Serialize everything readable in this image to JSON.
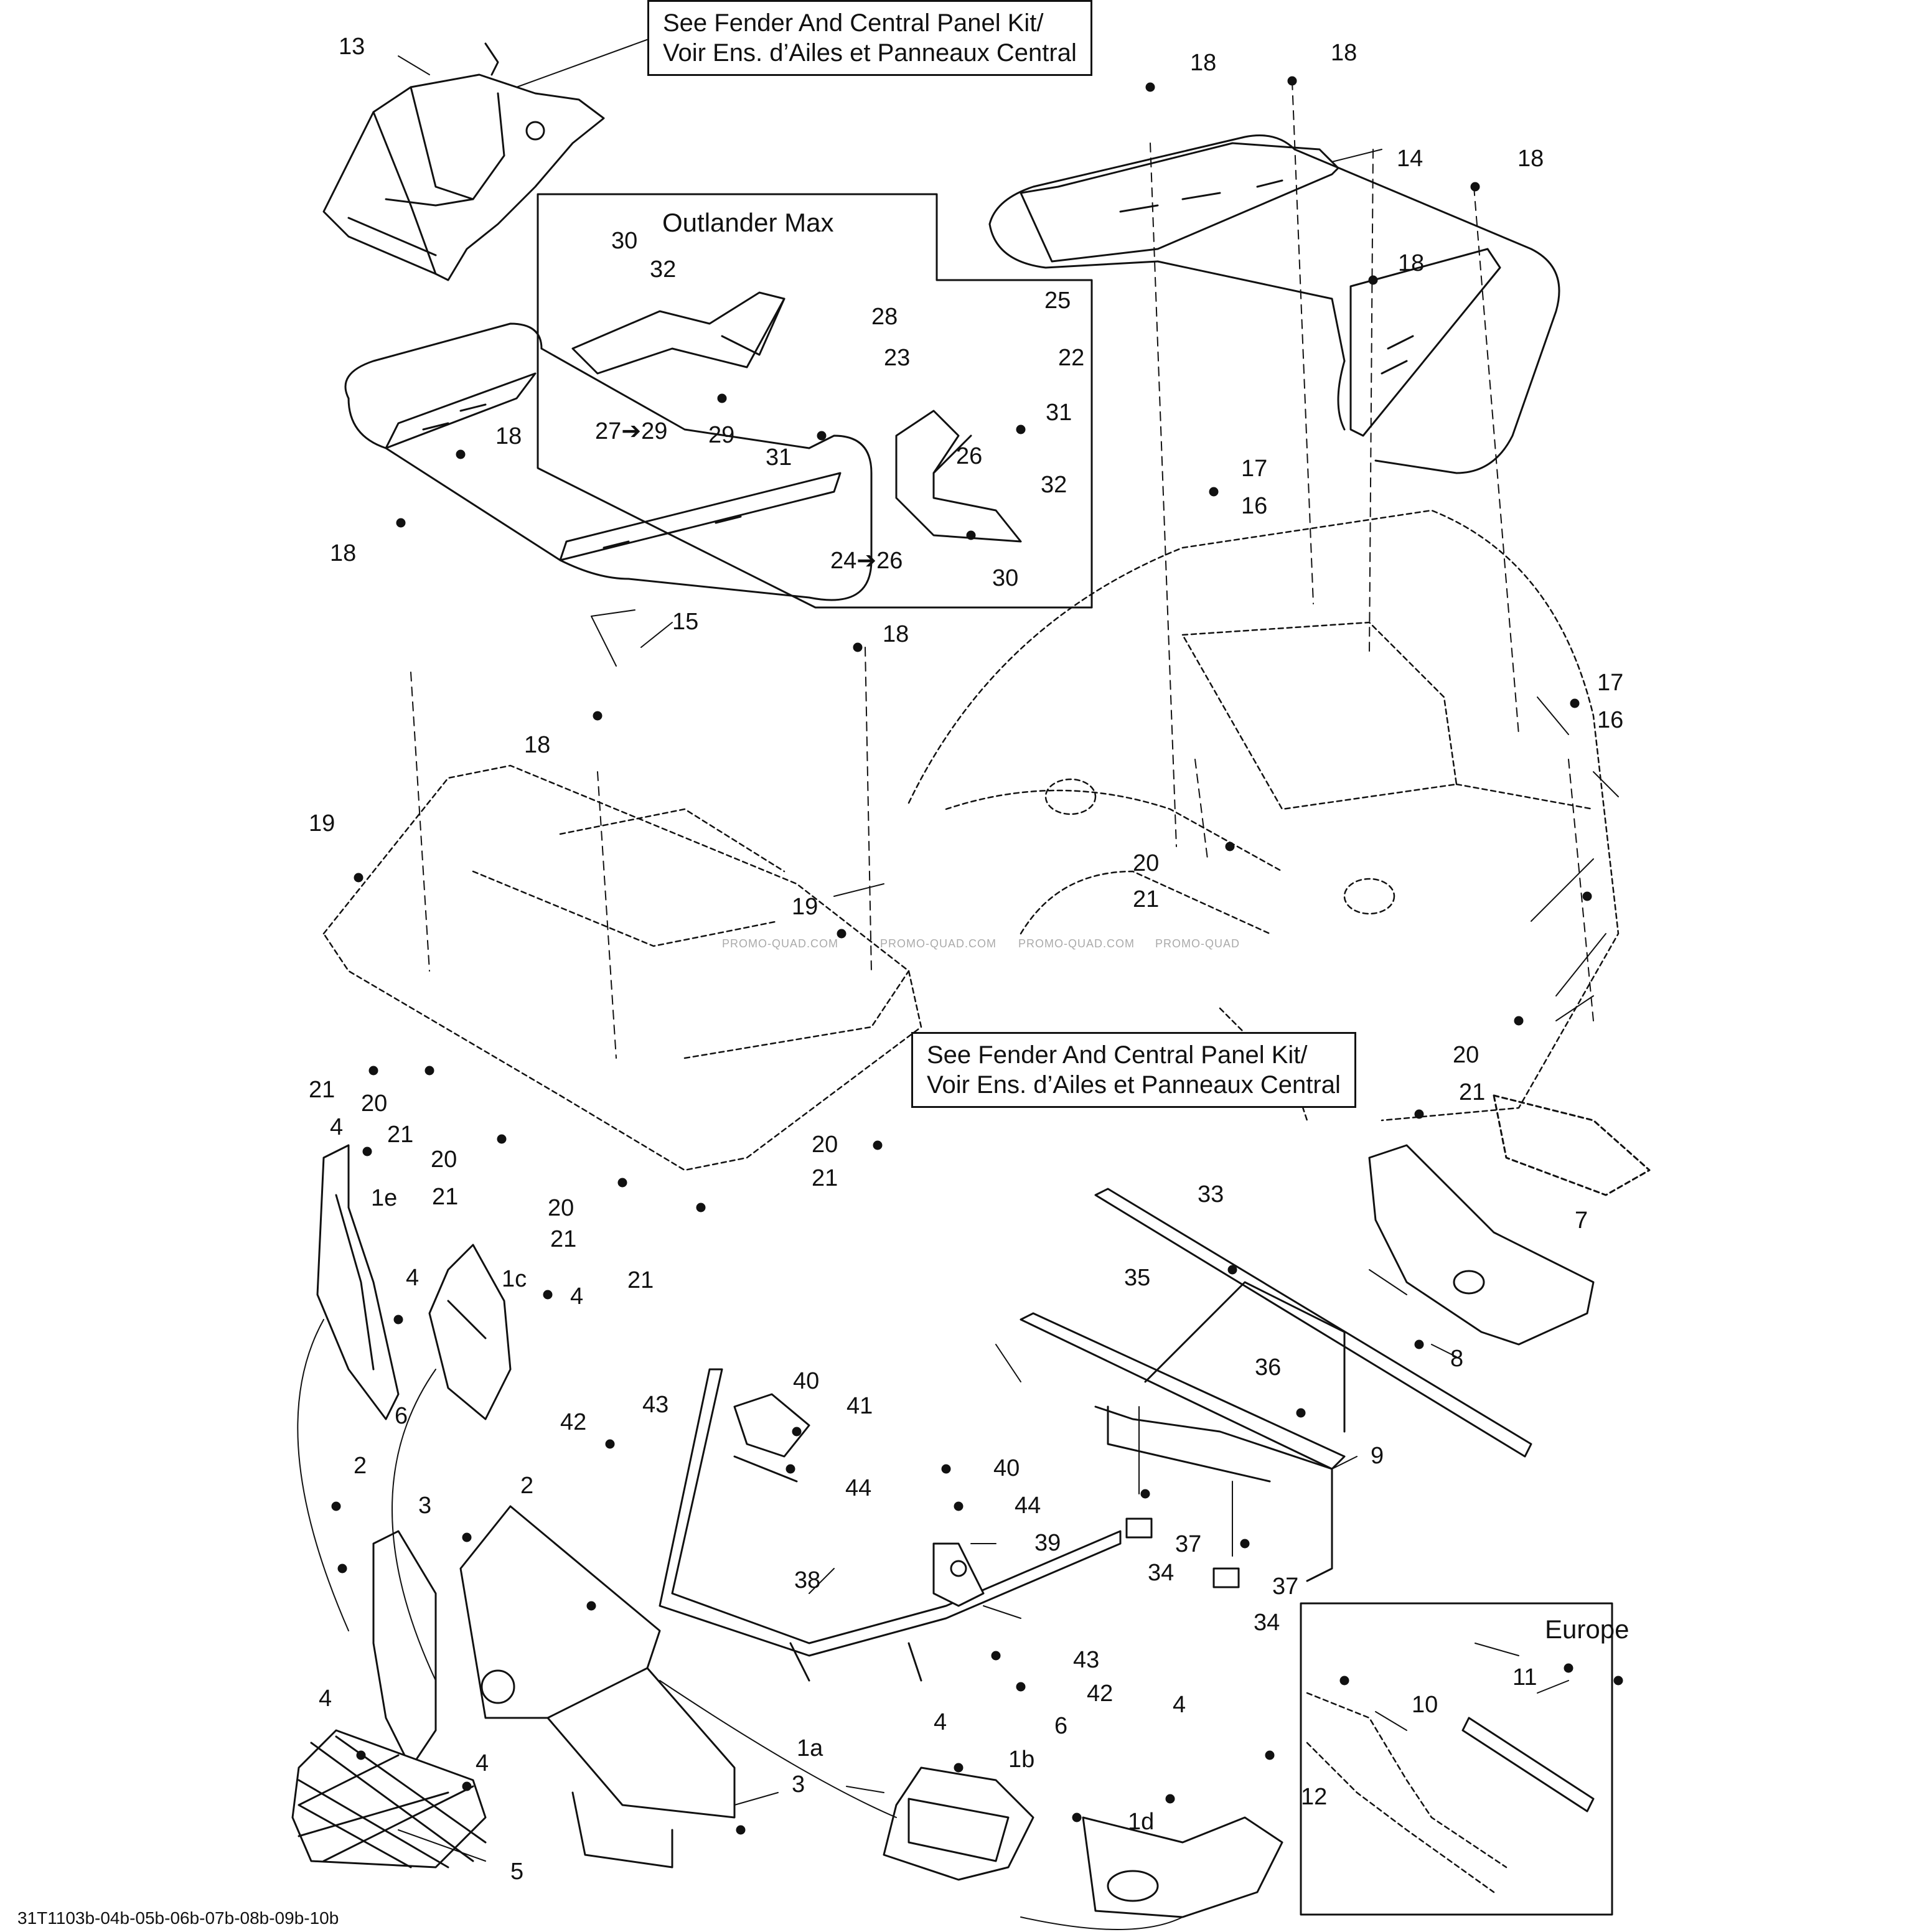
{
  "notes": {
    "top": [
      "See Fender And Central Panel Kit/",
      "Voir Ens. d’Ailes et Panneaux Central"
    ],
    "middle": [
      "See Fender And Central Panel Kit/",
      "Voir Ens. d’Ailes et Panneaux Central"
    ]
  },
  "insets": {
    "outlander_max": "Outlander Max",
    "europe": "Europe"
  },
  "watermarks": [
    "PROMO-QUAD.COM",
    "PROMO-QUAD.COM",
    "PROMO-QUAD.COM",
    "PROMO-QUAD"
  ],
  "drawing_code": "31T1103b-04b-05b-06b-07b-08b-09b-10b",
  "callouts": {
    "c13": "13",
    "c18a": "18",
    "c18b": "18",
    "c14": "14",
    "c18c": "18",
    "c18d": "18",
    "c30a": "30",
    "c32a": "32",
    "c25": "25",
    "c28": "28",
    "c23": "23",
    "c22": "22",
    "c31a": "31",
    "c31b": "31",
    "c26": "26",
    "c32b": "32",
    "c30b": "30",
    "c27_29": "27➔29",
    "c29": "29",
    "c24_26": "24➔26",
    "c18e": "18",
    "c18f": "18",
    "c15": "15",
    "c18g": "18",
    "c18h": "18",
    "c17a": "17",
    "c16a": "16",
    "c17b": "17",
    "c16b": "16",
    "c19a": "19",
    "c19b": "19",
    "c20a": "20",
    "c21a": "21",
    "c20b": "20",
    "c21b": "21",
    "c21c": "21",
    "c20c": "20",
    "c21d": "21",
    "c20d": "20",
    "c21e": "21",
    "c20e": "20",
    "c21f": "21",
    "c21g": "21",
    "c20f": "20",
    "c21h": "21",
    "c4a": "4",
    "c1e": "1e",
    "c4b": "4",
    "c1c": "1c",
    "c4c": "4",
    "c6a": "6",
    "c33": "33",
    "c7": "7",
    "c35": "35",
    "c8": "8",
    "c36": "36",
    "c9": "9",
    "c40a": "40",
    "c43a": "43",
    "c42a": "42",
    "c41": "41",
    "c44a": "44",
    "c2a": "2",
    "c3a": "3",
    "c2b": "2",
    "c40b": "40",
    "c44b": "44",
    "c39": "39",
    "c38": "38",
    "c37a": "37",
    "c34a": "34",
    "c37b": "37",
    "c34b": "34",
    "c43b": "43",
    "c42b": "42",
    "c4d": "4",
    "c1a": "1a",
    "c4e": "4",
    "c3b": "3",
    "c4f": "4",
    "c1b": "1b",
    "c6b": "6",
    "c4g": "4",
    "c1d": "1d",
    "c5": "5",
    "c11": "11",
    "c10": "10",
    "c12": "12"
  },
  "colors": {
    "line": "#111111",
    "paper": "#ffffff",
    "watermark": "#aaaaaa"
  }
}
